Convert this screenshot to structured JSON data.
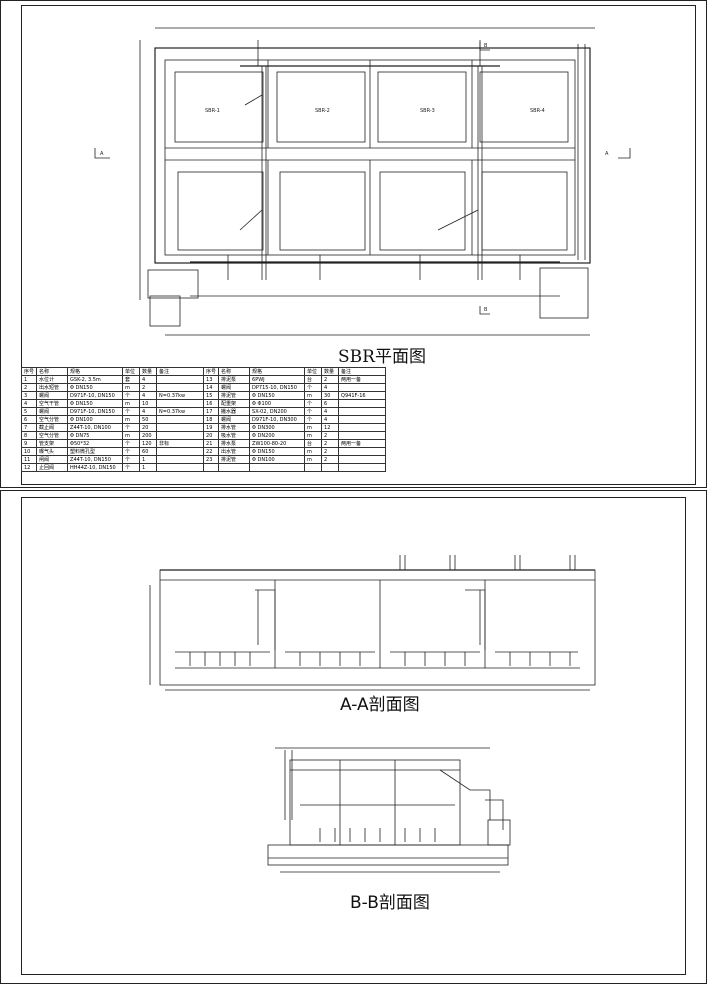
{
  "titles": {
    "plan": "SBR平面图",
    "section_aa": "A-A剖面图",
    "section_bb": "B-B剖面图"
  },
  "plan": {
    "tanks": [
      "SBR-1",
      "SBR-2",
      "SBR-3",
      "SBR-4"
    ],
    "section_marks": {
      "a_left": "A",
      "a_right": "A",
      "b_top": "B",
      "b_bottom": "B"
    }
  },
  "table": {
    "headers": [
      "序号",
      "名称",
      "规格",
      "单位",
      "数量",
      "备注",
      "序号",
      "名称",
      "规格",
      "单位",
      "数量",
      "备注"
    ],
    "rows": [
      [
        "1",
        "水位计",
        "GSK-2, 3.5m",
        "套",
        "4",
        "",
        "13",
        "排泥泵",
        "6PWJ",
        "台",
        "2",
        "两用一备"
      ],
      [
        "2",
        "出水短管",
        "Φ DN150",
        "m",
        "2",
        "",
        "14",
        "螺阀",
        "DP715-10, DN150",
        "个",
        "4",
        ""
      ],
      [
        "3",
        "螺阀",
        "D971F-10, DN150",
        "个",
        "4",
        "N=0.37kw",
        "15",
        "排泥管",
        "Φ DN150",
        "m",
        "30",
        "Q941F-16"
      ],
      [
        "4",
        "空气干管",
        "Φ DN150",
        "m",
        "10",
        "",
        "16",
        "配重架",
        "Φ Φ100",
        "个",
        "6",
        ""
      ],
      [
        "5",
        "螺阀",
        "D971F-10, DN150",
        "个",
        "4",
        "N=0.37kw",
        "17",
        "撇水器",
        "SX-02, DN200",
        "个",
        "4",
        ""
      ],
      [
        "6",
        "空气分管",
        "Φ DN100",
        "m",
        "50",
        "",
        "18",
        "螺阀",
        "D971F-10, DN300",
        "个",
        "4",
        ""
      ],
      [
        "7",
        "截止阀",
        "Z44T-10, DN100",
        "个",
        "20",
        "",
        "19",
        "排水管",
        "Φ DN300",
        "m",
        "12",
        ""
      ],
      [
        "8",
        "空气分管",
        "Φ DN75",
        "m",
        "200",
        "",
        "20",
        "吸水管",
        "Φ DN200",
        "m",
        "2",
        ""
      ],
      [
        "9",
        "管支架",
        "Φ50*32",
        "个",
        "120",
        "非标",
        "21",
        "排水泵",
        "ZW100-80-20",
        "台",
        "2",
        "两用一备"
      ],
      [
        "10",
        "曝气头",
        "塑料微孔型",
        "个",
        "60",
        "",
        "22",
        "出水管",
        "Φ DN150",
        "m",
        "2",
        ""
      ],
      [
        "11",
        "闸阀",
        "Z44T-10, DN150",
        "个",
        "1",
        "",
        "23",
        "排泥管",
        "Φ DN100",
        "m",
        "2",
        ""
      ],
      [
        "12",
        "止回阀",
        "HH44Z-10, DN150",
        "个",
        "1",
        "",
        "",
        "",
        "",
        "",
        "",
        ""
      ]
    ]
  }
}
